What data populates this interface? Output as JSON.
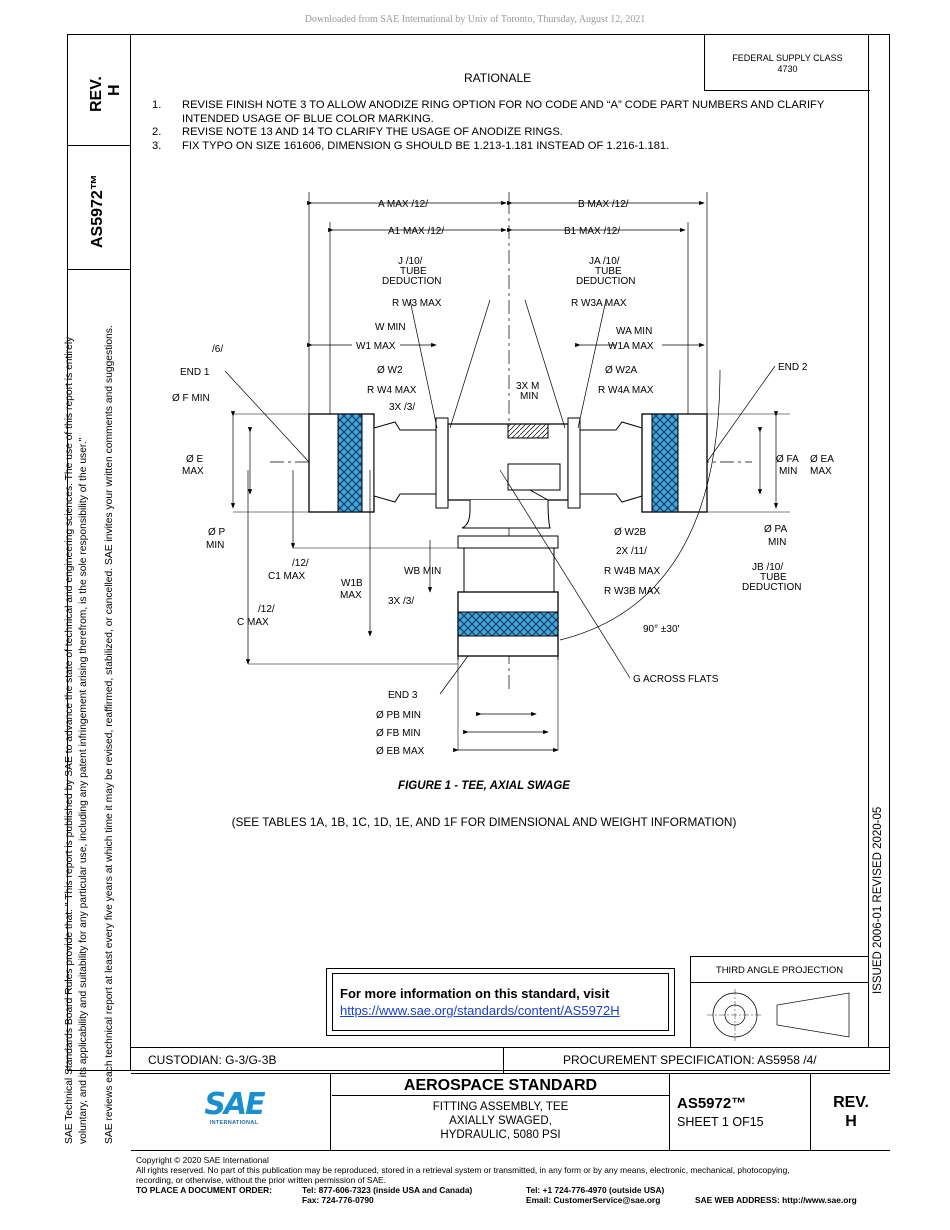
{
  "download_notice": "Downloaded from SAE International by Univ of Toronto, Thursday, August 12, 2021",
  "side_tab": {
    "rev_label": "REV.",
    "rev_value": "H",
    "doc_number": "AS5972™"
  },
  "side_legal": {
    "line1": "SAE Technical Standards Board Rules provide that: \"  This report is published by SAE to advance the state of technical and engineering sciences. The use of this report is entirely",
    "line2": "voluntary, and its applicability and suitability for any particular use, including any patent infringement arising therefrom, is the sole responsibility of the user.\"",
    "line3": "SAE reviews each technical report at least every five years at which time it may be revised, reaffirmed, stabilized, or cancelled. SAE invites your written comments and suggestions."
  },
  "issued_revised": "ISSUED 2006-01    REVISED 2020-05",
  "federal_supply": {
    "line1": "FEDERAL SUPPLY CLASS",
    "line2": "4730"
  },
  "rationale": {
    "title": "RATIONALE",
    "items": [
      {
        "num": "1.",
        "text": "REVISE FINISH NOTE 3 TO ALLOW ANODIZE RING OPTION FOR NO CODE AND “A” CODE PART NUMBERS AND CLARIFY INTENDED USAGE OF BLUE COLOR MARKING."
      },
      {
        "num": "2.",
        "text": "REVISE NOTE 13 AND 14 TO CLARIFY THE USAGE OF ANODIZE RINGS."
      },
      {
        "num": "3.",
        "text": "FIX TYPO ON SIZE 161606, DIMENSION G SHOULD BE 1.213-1.181 INSTEAD OF 1.216-1.181."
      }
    ]
  },
  "drawing": {
    "a_max": "A MAX /12/",
    "b_max": "B MAX /12/",
    "a1_max": "A1 MAX /12/",
    "b1_max": "B1 MAX /12/",
    "j_1": "J /10/",
    "j_2": "TUBE",
    "j_3": "DEDUCTION",
    "ja_1": "JA /10/",
    "ja_2": "TUBE",
    "ja_3": "DEDUCTION",
    "rw3": "R W3 MAX",
    "rw3a": "R W3A MAX",
    "w_min": "W MIN",
    "wa_min": "WA MIN",
    "w1_max": "W1 MAX",
    "w1a_max": "W1A MAX",
    "n6": "/6/",
    "end1": "END 1",
    "end2": "END 2",
    "w2": "Ø W2",
    "w2a": "Ø W2A",
    "rw4": "R W4 MAX",
    "rw4a": "R W4A MAX",
    "m3x_1": "3X  M",
    "m3x_2": "MIN",
    "f_min": "Ø F MIN",
    "n3x3": "3X /3/",
    "e_1": "Ø E",
    "e_2": "MAX",
    "fa_1": "Ø FA",
    "fa_2": "MIN",
    "ea_1": "Ø EA",
    "ea_2": "MAX",
    "p_1": "Ø P",
    "p_2": "MIN",
    "pa_1": "Ø PA",
    "pa_2": "MIN",
    "w2b": "Ø W2B",
    "n2x11": "2X /11/",
    "c1_1": "/12/",
    "c1_2": "C1 MAX",
    "wb_min": "WB MIN",
    "w1b_1": "W1B",
    "w1b_2": "MAX",
    "rw4b": "R W4B MAX",
    "rw3b": "R W3B MAX",
    "jb_1": "JB /10/",
    "jb_2": "TUBE",
    "jb_3": "DEDUCTION",
    "c_1": "/12/",
    "c_2": "C MAX",
    "n3x3b": "3X /3/",
    "angle": "90° ±30'",
    "g_flats": "G ACROSS FLATS",
    "end3": "END 3",
    "pb_min": "Ø PB MIN",
    "fb_min": "Ø FB MIN",
    "eb_max": "Ø EB MAX"
  },
  "figure_caption": "FIGURE 1 - TEE, AXIAL SWAGE",
  "see_tables": "(SEE TABLES 1A, 1B, 1C, 1D, 1E, AND 1F FOR DIMENSIONAL AND WEIGHT INFORMATION)",
  "info_box": {
    "line1": "For more information on this standard, visit",
    "link": "https://www.sae.org/standards/content/AS5972H"
  },
  "third_angle": "THIRD ANGLE PROJECTION",
  "custodian": "CUSTODIAN: G-3/G-3B",
  "procurement": "PROCUREMENT SPECIFICATION: AS5958 /4/",
  "logo": {
    "mark": "SAE",
    "sub": "INTERNATIONAL"
  },
  "title_block": {
    "heading": "AEROSPACE STANDARD",
    "line1": "FITTING ASSEMBLY, TEE",
    "line2": "AXIALLY SWAGED,",
    "line3": "HYDRAULIC, 5080 PSI",
    "doc": "AS5972™",
    "sheet": "SHEET 1 OF15",
    "rev_label": "REV.",
    "rev_value": "H"
  },
  "footer": {
    "copyright": "Copyright © 2020 SAE International",
    "rights": "All rights reserved. No part of this publication may be reproduced, stored in a retrieval system or transmitted, in any form or by any means, electronic, mechanical, photocopying,",
    "rights2": "recording, or otherwise, without the prior written permission of SAE.",
    "order_label": "TO PLACE A DOCUMENT ORDER:",
    "tel_us": "Tel:  877-606-7323 (inside USA and Canada)",
    "fax": "Fax: 724-776-0790",
    "tel_intl": "Tel:  +1 724-776-4970 (outside USA)",
    "email": "Email: CustomerService@sae.org",
    "web": "SAE WEB ADDRESS: http://www.sae.org"
  }
}
